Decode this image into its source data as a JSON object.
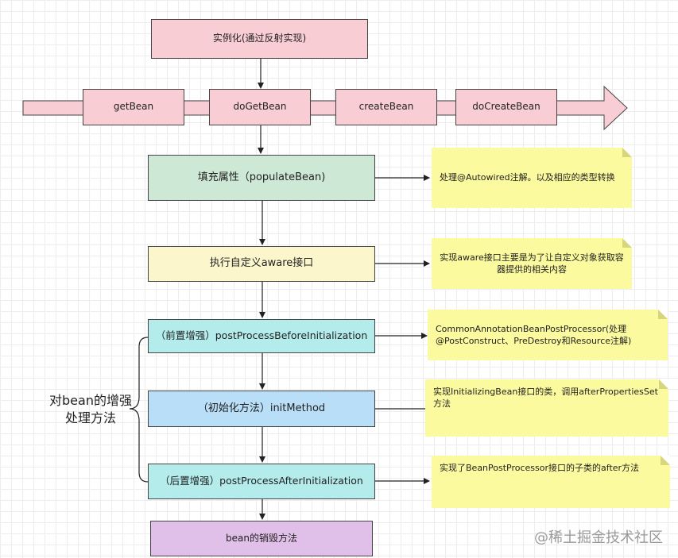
{
  "top_box": "实例化(通过反射实现)",
  "pipeline": [
    "getBean",
    "doGetBean",
    "createBean",
    "doCreateBean"
  ],
  "steps": {
    "populate": "填充属性（populateBean)",
    "aware": "执行自定义aware接口",
    "before": "（前置增强）postProcessBeforeInitialization",
    "init": "（初始化方法）initMethod",
    "after": "（后置增强）postProcessAfterInitialization",
    "destroy": "bean的销毁方法"
  },
  "notes": {
    "populate": "处理@Autowired注解。以及相应的类型转换",
    "aware": "实现aware接口主要是为了让自定义对象获取容器提供的相关内容",
    "before": "CommonAnnotationBeanPostProcessor(处理@PostConstruct、PreDestroy和Resource注解)",
    "init": "实现InitializingBean接口的类，调用afterPropertiesSet方法",
    "after": "实现了BeanPostProcessor接口的子类的after方法"
  },
  "side_label": "对bean的增强处理方法",
  "watermark": "@稀土掘金技术社区",
  "colors": {
    "pink": "#f8cdd4",
    "green": "#cde9d6",
    "yellow": "#fbf6cc",
    "cyan": "#b4ecec",
    "blue": "#b9def7",
    "purple": "#e0bfe8",
    "note": "#fbfa9e"
  }
}
